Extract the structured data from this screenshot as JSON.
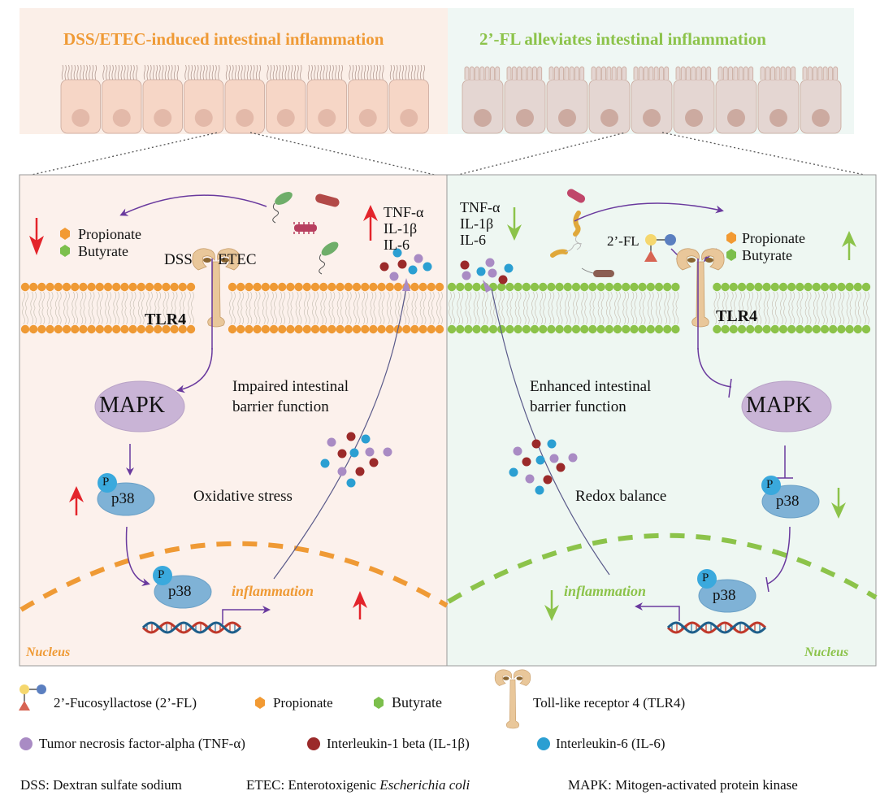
{
  "colors": {
    "left_bg_top": "#fbeee7",
    "left_bg_main": "#fcf1ec",
    "right_bg_top": "#eef7f3",
    "right_bg_main": "#eef7f2",
    "left_accent": "#ef9a35",
    "right_accent": "#8cc34a",
    "cell_left": "#f6d6c6",
    "cell_right": "#e4d6d2",
    "nucleus_left": "#e3b9a9",
    "nucleus_right": "#ccaaa0",
    "arrow_purple": "#6a3a9e",
    "up_red": "#e3242b",
    "down_green": "#8cc34a",
    "tnf_purple": "#a98bc4",
    "il1b_red": "#9b2a2a",
    "il6_blue": "#2b9fd2",
    "mapk": "#c4aed0",
    "p38": "#7fb2d6",
    "p_bubble": "#3aa9dd",
    "tlr4": "#e9c79a"
  },
  "left_panel": {
    "title": "DSS/ETEC-induced intestinal inflammation",
    "scfa_items": [
      "Propionate",
      "Butyrate"
    ],
    "inducers": [
      "DSS",
      "ETEC"
    ],
    "receptor_label": "TLR4",
    "cytokines": [
      "TNF-α",
      "IL-1β",
      "IL-6"
    ],
    "mapk_label": "MAPK",
    "p_label": "P",
    "p38_label": "p38",
    "barrier_text": [
      "Impaired intestinal",
      "barrier function"
    ],
    "stress_text": "Oxidative stress",
    "inflammation_text": "inflammation",
    "nucleus_label": "Nucleus"
  },
  "right_panel": {
    "title": "2’-FL alleviates intestinal inflammation",
    "scfa_items": [
      "Propionate",
      "Butyrate"
    ],
    "hmo_label": "2’-FL",
    "receptor_label": "TLR4",
    "cytokines": [
      "TNF-α",
      "IL-1β",
      "IL-6"
    ],
    "mapk_label": "MAPK",
    "p_label": "P",
    "p38_label": "p38",
    "barrier_text": [
      "Enhanced intestinal",
      "barrier function"
    ],
    "balance_text": "Redox balance",
    "inflammation_text": "inflammation",
    "nucleus_label": "Nucleus"
  },
  "legend": {
    "row1": [
      "2’-Fucosyllactose (2’-FL)",
      "Propionate",
      "Butyrate",
      "Toll-like receptor 4 (TLR4)"
    ],
    "row2": [
      "Tumor necrosis factor-alpha (TNF-α)",
      "Interleukin-1 beta (IL-1β)",
      "Interleukin-6 (IL-6)"
    ],
    "abbr_dss": "DSS: Dextran sulfate sodium",
    "abbr_etec_prefix": "ETEC: Enterotoxigenic ",
    "abbr_etec_species": "Escherichia coli",
    "abbr_mapk": "MAPK: Mitogen-activated protein kinase"
  }
}
